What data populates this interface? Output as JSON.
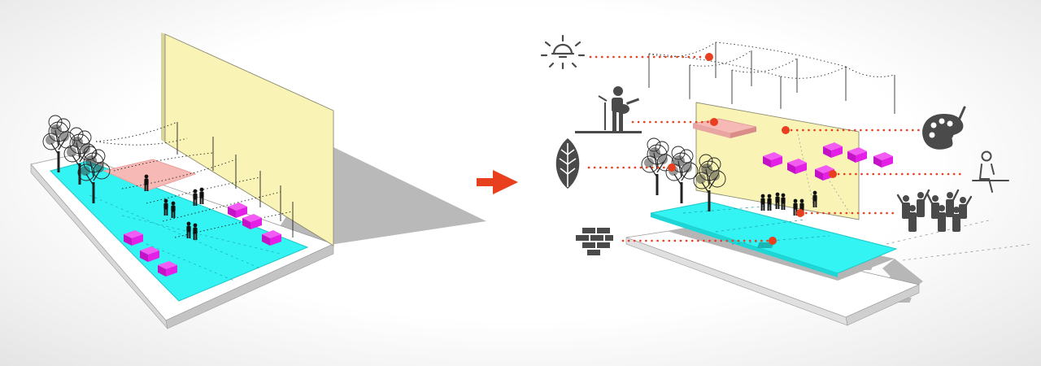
{
  "title": "",
  "colors": {
    "background": "#f4f4f4",
    "wall": "#f9f4b5",
    "plaza": "#33f3f3",
    "plaza_edge": "#1ec8c8",
    "base": "#ffffff",
    "stage_platform": "#f6b9b6",
    "bench": "#e41fe6",
    "connector": "#e8401f",
    "arrow": "#e8401f",
    "icon": "#4a4a4a"
  },
  "panels": [
    {
      "id": "existing-plaza",
      "description_visible": false
    },
    {
      "id": "exploded-layers",
      "description_visible": false
    }
  ],
  "transition_arrow": {
    "icon": "right-arrow-icon"
  },
  "legend_icons": [
    {
      "id": "lighting",
      "icon": "light-bulb-icon",
      "connects_to": "string-lights"
    },
    {
      "id": "performance",
      "icon": "guitarist-icon",
      "connects_to": "stage-platform"
    },
    {
      "id": "greenery",
      "icon": "leaf-icon",
      "connects_to": "trees"
    },
    {
      "id": "paving",
      "icon": "brick-icon",
      "connects_to": "ground-surface"
    },
    {
      "id": "art",
      "icon": "palette-icon",
      "connects_to": "art-wall"
    },
    {
      "id": "seating",
      "icon": "seated-person-icon",
      "connects_to": "benches"
    },
    {
      "id": "community",
      "icon": "crowd-icon",
      "connects_to": "people"
    }
  ]
}
